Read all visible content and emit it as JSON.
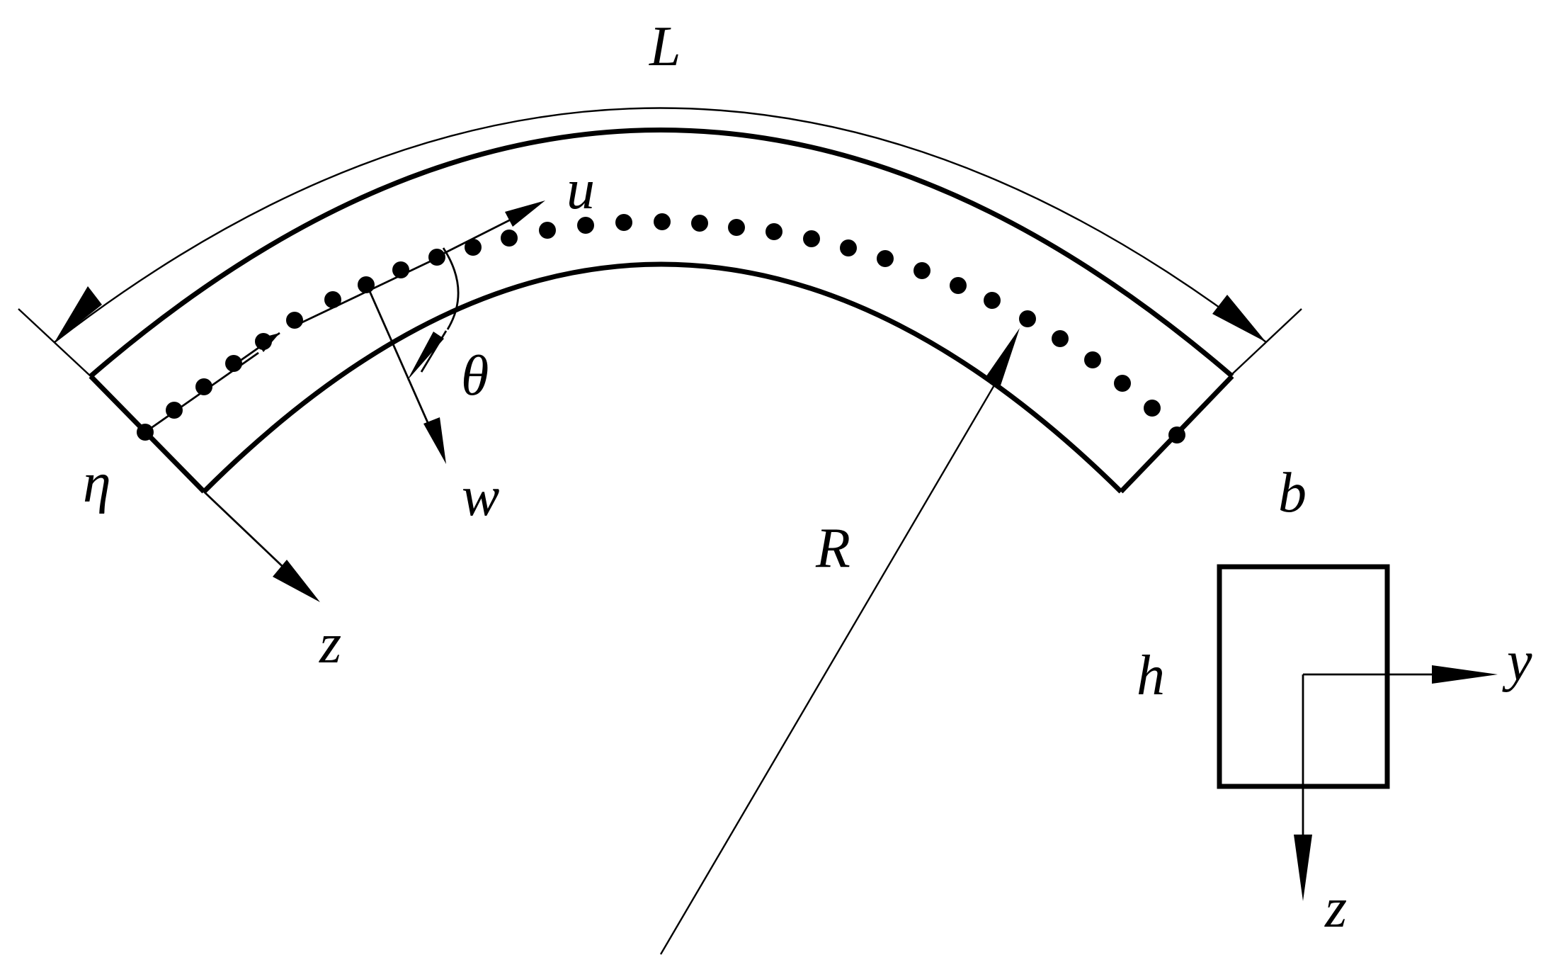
{
  "labels": {
    "arc_length": "L",
    "tangential_disp": "u",
    "rotation": "θ",
    "radial_disp": "w",
    "thickness_coord": "η",
    "depth_axis": "z",
    "radius": "R",
    "width": "b",
    "height": "h",
    "section_y_axis": "y",
    "section_z_axis": "z"
  }
}
